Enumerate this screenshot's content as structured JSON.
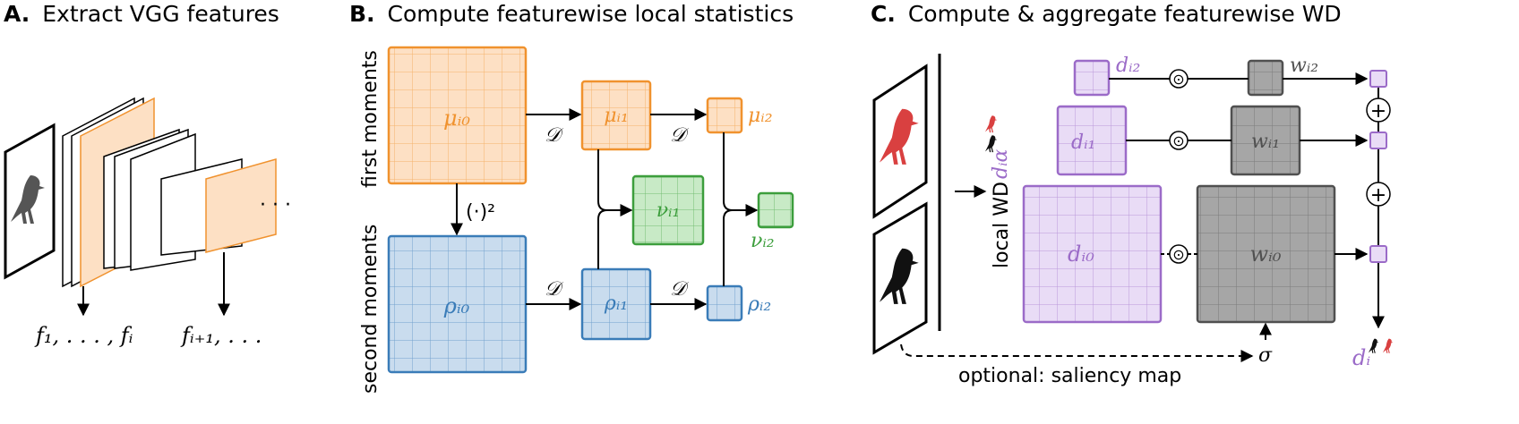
{
  "panels": {
    "a": {
      "letter": "A.",
      "title": "Extract VGG features"
    },
    "b": {
      "letter": "B.",
      "title": "Compute featurewise local statistics"
    },
    "c": {
      "letter": "C.",
      "title": "Compute & aggregate featurewise WD"
    }
  },
  "panel_a": {
    "ellipsis": "· · ·",
    "features_first": "f₁, . . . , fᵢ",
    "features_next": "fᵢ₊₁, . . ."
  },
  "panel_b": {
    "row_first": "first moments",
    "row_second": "second moments",
    "square_op": "(·)²",
    "downsample": "𝒟",
    "mu0": "μᵢ₀",
    "mu1": "μᵢ₁",
    "mu2": "μᵢ₂",
    "rho0": "ρᵢ₀",
    "rho1": "ρᵢ₁",
    "rho2": "ρᵢ₂",
    "nu1": "νᵢ₁",
    "nu2": "νᵢ₂"
  },
  "panel_c": {
    "local_wd": "local WD",
    "d_alpha": "dᵢα",
    "d0": "dᵢ₀",
    "d1": "dᵢ₁",
    "d2": "dᵢ₂",
    "w0": "wᵢ₀",
    "w1": "wᵢ₁",
    "w2": "wᵢ₂",
    "dot": "⊙",
    "plus": "+",
    "sigma": "σ",
    "saliency": "optional: saliency map",
    "d_out": "dᵢ"
  },
  "colors": {
    "orange": "#f0922e",
    "orange_fill": "#fde0c4",
    "blue": "#3a7cb8",
    "blue_fill": "#c9dcee",
    "green": "#3c9e3c",
    "green_fill": "#c8eac6",
    "purple": "#9b6bc8",
    "purple_fill": "#e9dcf6",
    "gray": "#505050",
    "gray_fill": "#a6a6a6",
    "bird_red": "#d94040",
    "bird_black": "#111111"
  }
}
